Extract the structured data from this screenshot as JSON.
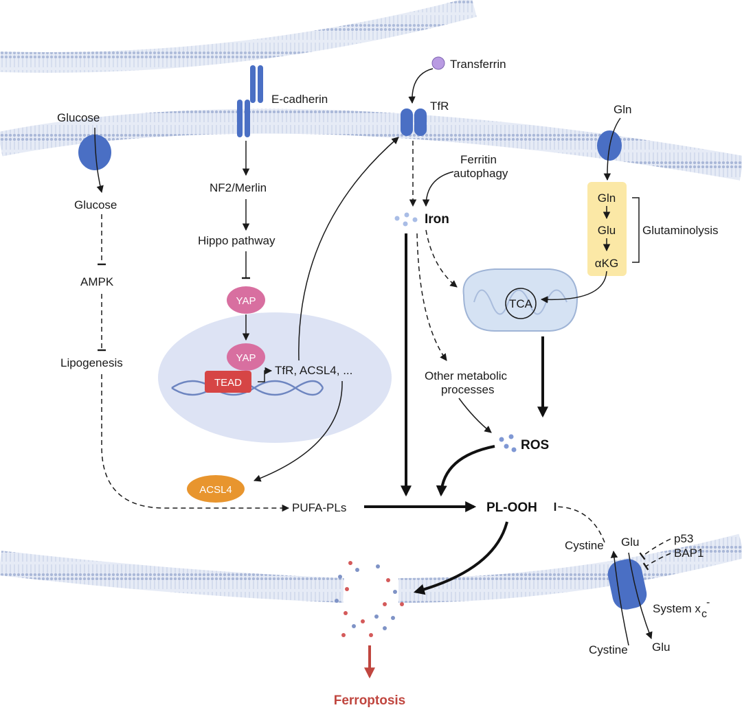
{
  "labels": {
    "ecadherin": "E-cadherin",
    "transferrin": "Transferrin",
    "tfr": "TfR",
    "gln_top": "Gln",
    "glucose_top": "Glucose",
    "glucose_in": "Glucose",
    "ampk": "AMPK",
    "lipogenesis": "Lipogenesis",
    "nf2": "NF2/Merlin",
    "hippo": "Hippo pathway",
    "yap1": "YAP",
    "yap2": "YAP",
    "tead": "TEAD",
    "targets": "TfR, ACSL4, ...",
    "acsl4": "ACSL4",
    "ferritin1": "Ferritin",
    "ferritin2": "autophagy",
    "iron": "Iron",
    "gln_box": "Gln",
    "glu_box": "Glu",
    "akg_box": "αKG",
    "glutaminolysis": "Glutaminolysis",
    "tca": "TCA",
    "other1": "Other metabolic",
    "other2": "processes",
    "ros": "ROS",
    "pufa": "PUFA-PLs",
    "plooh": "PL-OOH",
    "cystine_out": "Cystine",
    "glu_in": "Glu",
    "p53": "p53",
    "bap1": "BAP1",
    "system_xc": "System x",
    "system_c": "c",
    "system_minus": "-",
    "cystine_in": "Cystine",
    "glu_out": "Glu",
    "ferroptosis": "Ferroptosis"
  },
  "colors": {
    "membrane": "#c9d3ea",
    "protein": "#4a6fc4",
    "yap": "#d86fa0",
    "tead": "#d64545",
    "acsl4": "#e8952e",
    "glutamine_box": "#fbe8a6",
    "nucleus": "#dde3f4",
    "mito": "#d5e2f3",
    "ferroptosis": "#c0463f"
  }
}
